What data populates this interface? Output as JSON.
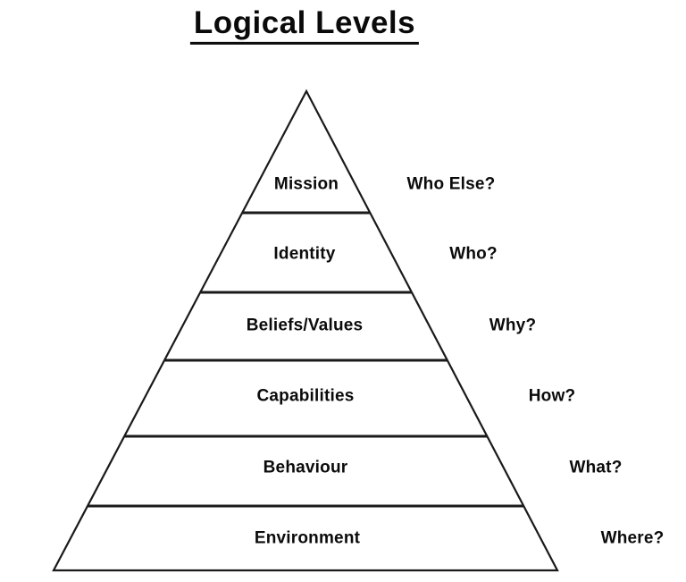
{
  "title": "Logical Levels",
  "diagram": {
    "type": "pyramid",
    "levels": [
      {
        "label": "Mission",
        "question": "Who Else?"
      },
      {
        "label": "Identity",
        "question": "Who?"
      },
      {
        "label": "Beliefs/Values",
        "question": "Why?"
      },
      {
        "label": "Capabilities",
        "question": "How?"
      },
      {
        "label": "Behaviour",
        "question": "What?"
      },
      {
        "label": "Environment",
        "question": "Where?"
      }
    ],
    "colors": {
      "line": "#1a1a1a",
      "text": "#0b0b0b",
      "background": "#ffffff"
    }
  }
}
